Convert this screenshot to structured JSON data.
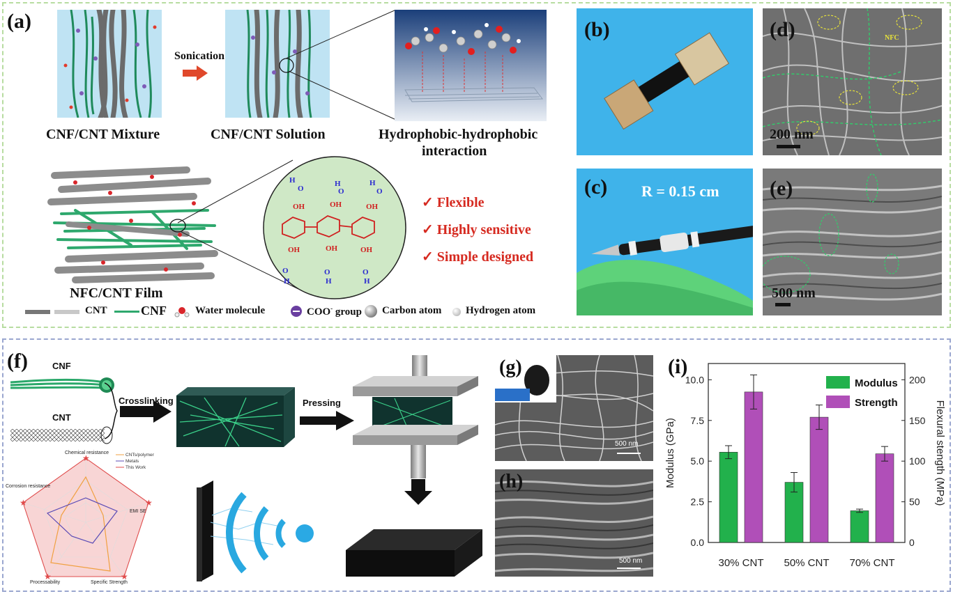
{
  "panels": {
    "a": "(a)",
    "b": "(b)",
    "c": "(c)",
    "d": "(d)",
    "e": "(e)",
    "f": "(f)",
    "g": "(g)",
    "h": "(h)",
    "i": "(i)"
  },
  "panel_a": {
    "sonication": "Sonication",
    "cap_mixture": "CNF/CNT Mixture",
    "cap_solution": "CNF/CNT Solution",
    "cap_interaction_1": "Hydrophobic-hydrophobic",
    "cap_interaction_2": "interaction",
    "cap_film": "NFC/CNT Film",
    "benefits": [
      "✓ Flexible",
      "✓ Highly sensitive",
      "✓ Simple designed"
    ],
    "legend": {
      "cnt": "CNT",
      "cnf": "CNF",
      "water": "Water molecule",
      "coo": "COO",
      "coo_sup": "-",
      "coo_suffix": " group",
      "carbon": "Carbon atom",
      "hydrogen": "Hydrogen atom"
    }
  },
  "panel_c": {
    "radius": "R = 0.15 cm"
  },
  "panel_d": {
    "scale": "200 nm",
    "annot": "NFC"
  },
  "panel_e": {
    "scale": "500 nm"
  },
  "panel_f": {
    "cnf": "CNF",
    "cnt": "CNT",
    "crosslinking": "Crosslinking",
    "pressing": "Pressing",
    "radar_axes": [
      "Chemical resistance",
      "EMI SE",
      "Specific Strength",
      "Processability",
      "Corrosion resistance"
    ],
    "radar_legend": [
      "CNTs/polymer",
      "Metals",
      "This Work"
    ]
  },
  "panel_g": {
    "scale": "500 nm"
  },
  "panel_h": {
    "scale": "500 nm"
  },
  "colors": {
    "modulus": "#22b14c",
    "strength": "#b04fb8",
    "top_border": "#b7dca0",
    "bottom_border": "#9aa6cf",
    "benefit_text": "#d62a20"
  },
  "chart_data": {
    "type": "bar",
    "categories": [
      "30% CNT",
      "50% CNT",
      "70% CNT"
    ],
    "series": [
      {
        "name": "Modulus",
        "axis": "left",
        "values": [
          5.55,
          3.7,
          1.95
        ],
        "errors": [
          0.4,
          0.6,
          0.1
        ]
      },
      {
        "name": "Strength",
        "axis": "right",
        "values": [
          185,
          154,
          109
        ],
        "errors": [
          21,
          15,
          9
        ]
      }
    ],
    "ylabel": "Modulus (GPa)",
    "y2label": "Flexural stength (MPa)",
    "ylim": [
      0,
      11
    ],
    "y2lim": [
      0,
      220
    ],
    "yticks": [
      "0.0",
      "2.5",
      "5.0",
      "7.5",
      "10.0"
    ],
    "y2ticks": [
      "0",
      "50",
      "100",
      "150",
      "200"
    ],
    "legend_position": "top-right"
  }
}
